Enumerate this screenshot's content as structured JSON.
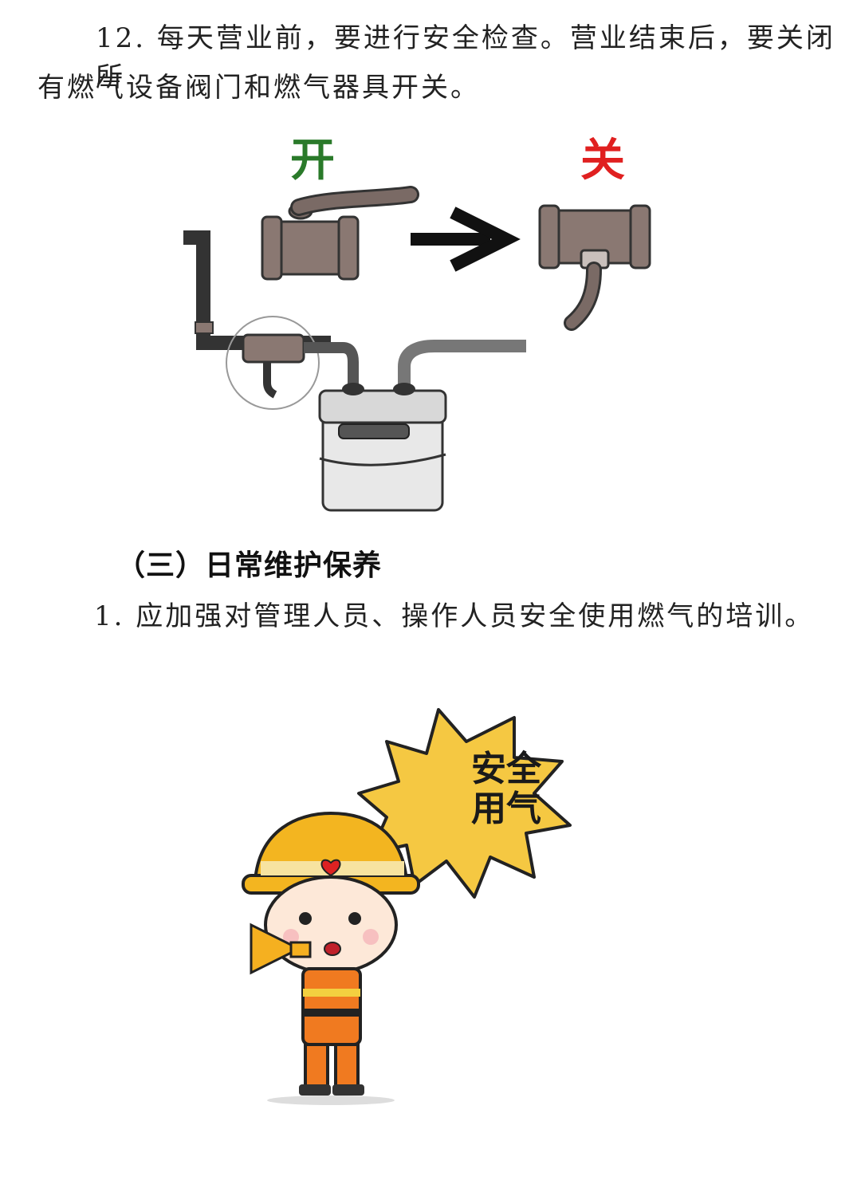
{
  "paragraph_12": {
    "line1": "12. 每天营业前，要进行安全检查。营业结束后，要关闭所",
    "line2": "有燃气设备阀门和燃气器具开关。"
  },
  "valve_figure": {
    "open_label": "开",
    "close_label": "关",
    "open_color": "#2a7a2a",
    "close_color": "#e02020"
  },
  "section": {
    "heading": "（三）日常维护保养",
    "item_1": "1. 应加强对管理人员、操作人员安全使用燃气的培训。"
  },
  "firefighter_figure": {
    "burst_line1": "安全",
    "burst_line2": "用气"
  }
}
